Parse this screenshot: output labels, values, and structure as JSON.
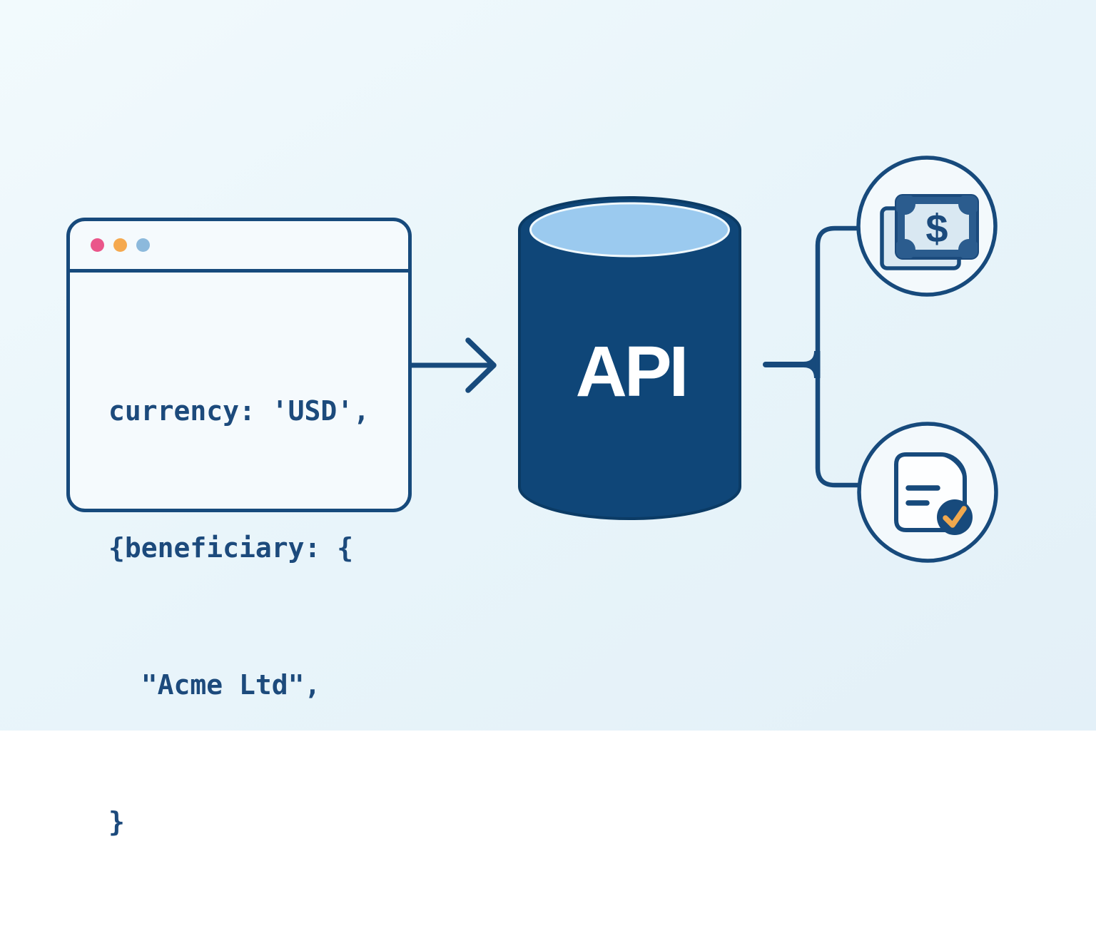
{
  "scene_title": "code request to API with money and document outputs",
  "browser_window": {
    "traffic_lights": [
      {
        "name": "traffic-light-pink",
        "color": "#ea568a"
      },
      {
        "name": "traffic-light-orange",
        "color": "#f5a94f"
      },
      {
        "name": "traffic-light-blue",
        "color": "#8cb9dc"
      }
    ],
    "code_lines": [
      "currency: 'USD',",
      "{beneficiary: {",
      "  \"Acme Ltd\",",
      "}"
    ]
  },
  "api_cylinder": {
    "label": "API"
  },
  "outputs": {
    "money": {
      "icon": "money-icon",
      "symbol": "$"
    },
    "document": {
      "icon": "document-check-icon"
    }
  },
  "icons": [
    "arrow-right-icon",
    "money-icon",
    "document-check-icon",
    "checkmark-icon"
  ],
  "colors": {
    "background": "#e9f4fa",
    "outline_navy": "#174a7c",
    "cylinder_fill": "#0f4678",
    "cylinder_top_light_blue": "#9bcaef",
    "api_text": "#ffffff",
    "code_text": "#1c4a7c",
    "medium_blue": "#2b5c8e",
    "note_light_blue": "#d9e8f2",
    "check_gold": "#efa84e",
    "dot_pink": "#ea568a",
    "dot_orange": "#f5a94f",
    "dot_blue": "#8cb9dc",
    "window_fill": "#f5fafd",
    "circle_fill": "#f3f9fc"
  }
}
